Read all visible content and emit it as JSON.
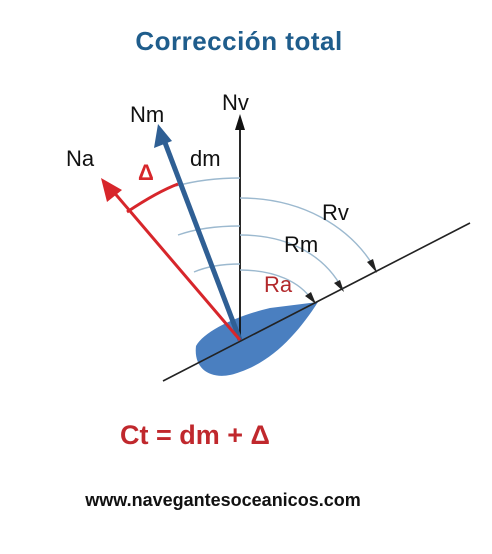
{
  "title": "Corrección total",
  "formula": "Ct = dm + Δ",
  "website": "www.navegantesoceanicos.com",
  "labels": {
    "nv": "Nv",
    "nm": "Nm",
    "na": "Na",
    "dm": "dm",
    "delta": "Δ",
    "rv": "Rv",
    "rm": "Rm",
    "ra": "Ra"
  },
  "colors": {
    "title": "#1f5d8c",
    "formula": "#c0282d",
    "true_north": "#111111",
    "magnetic_north": "#2f5f94",
    "compass_north": "#d7262b",
    "ship_fill": "#4a7fc0",
    "arc": "#9cb9cf",
    "heading_line": "#222222",
    "ra_label": "#b2292c",
    "website": "#111111"
  }
}
